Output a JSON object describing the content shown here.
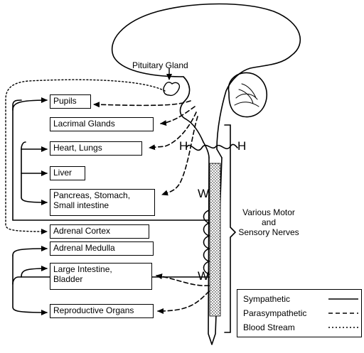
{
  "labels": {
    "pituitary": "Pituitary Gland",
    "H_left": "H",
    "H_right": "H",
    "W_top": "W",
    "W_bottom": "W",
    "nerves_line1": "Various Motor",
    "nerves_line2": "and",
    "nerves_line3": "Sensory Nerves"
  },
  "organs": {
    "pupils": "Pupils",
    "lacrimal": "Lacrimal Glands",
    "heart": "Heart, Lungs",
    "liver": "Liver",
    "pancreas_1": "Pancreas, Stomach,",
    "pancreas_2": "Small intestine",
    "adrenal_cortex": "Adrenal Cortex",
    "adrenal_medulla": "Adrenal Medulla",
    "large_int_1": "Large Intestine,",
    "large_int_2": "Bladder",
    "reproductive": "Reproductive Organs"
  },
  "legend": {
    "sympathetic": "Sympathetic",
    "parasympathetic": "Parasympathetic",
    "blood_stream": "Blood Stream"
  }
}
